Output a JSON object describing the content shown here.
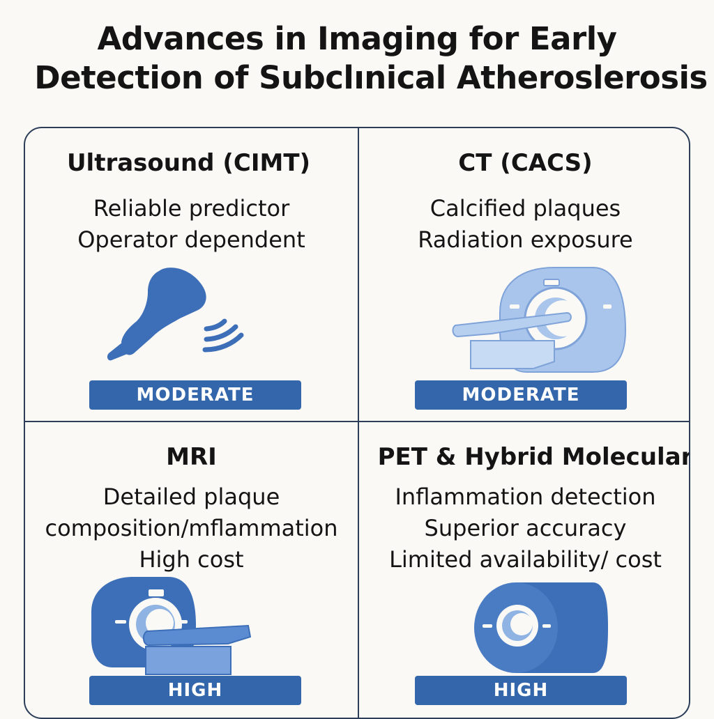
{
  "title": {
    "line1": "Advances in Imaging for Early",
    "line2": "Detection of Subclınical Atheroslerosis"
  },
  "colors": {
    "primary_blue": "#3366aa",
    "light_blue": "#8fb3e2",
    "border": "#2c3e58",
    "background": "#faf9f6"
  },
  "cells": [
    {
      "title": "Ultrasound (CIMT)",
      "lines": [
        "Reliable predictor",
        "Operator dependent"
      ],
      "icon": "ultrasound-probe-icon",
      "badge": "MODERATE"
    },
    {
      "title": "CT (CACS)",
      "lines": [
        "Calcified plaques",
        "Radiation exposure"
      ],
      "icon": "ct-scanner-icon",
      "badge": "MODERATE"
    },
    {
      "title": "MRI",
      "lines": [
        "Detailed plaque",
        "composition/mflammation",
        "High cost"
      ],
      "icon": "mri-scanner-icon",
      "badge": "HIGH"
    },
    {
      "title": "PET & Hybrid Molecular",
      "lines": [
        "Inflammation detection",
        "Superior accuracy",
        "Limited availability/ cost"
      ],
      "icon": "pet-scanner-icon",
      "badge": "HIGH"
    }
  ]
}
